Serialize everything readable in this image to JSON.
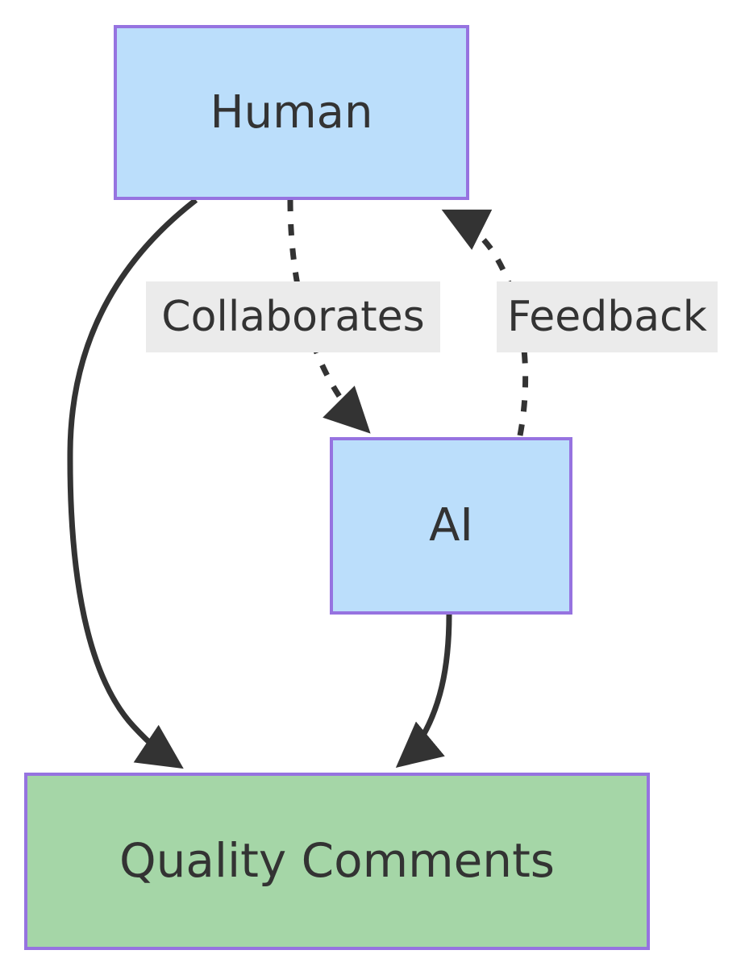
{
  "diagram": {
    "type": "flowchart",
    "direction": "top-down",
    "background_color": "#ffffff",
    "nodes": [
      {
        "id": "human",
        "label": "Human",
        "shape": "rectangle",
        "fill_color": "#bbdefb",
        "border_color": "#9673e0",
        "text_color": "#333333"
      },
      {
        "id": "ai",
        "label": "AI",
        "shape": "rectangle",
        "fill_color": "#bbdefb",
        "border_color": "#9673e0",
        "text_color": "#333333"
      },
      {
        "id": "quality_comments",
        "label": "Quality Comments",
        "shape": "rectangle",
        "fill_color": "#a5d6a7",
        "border_color": "#9673e0",
        "text_color": "#333333"
      }
    ],
    "edges": [
      {
        "id": "human-to-quality",
        "from": "human",
        "to": "quality_comments",
        "label": "",
        "style": "solid",
        "arrow": "triangle",
        "color": "#333333"
      },
      {
        "id": "human-to-ai",
        "from": "human",
        "to": "ai",
        "label": "Collaborates",
        "style": "dashed",
        "arrow": "triangle",
        "color": "#333333"
      },
      {
        "id": "ai-to-human",
        "from": "ai",
        "to": "human",
        "label": "Feedback",
        "style": "dashed",
        "arrow": "triangle",
        "color": "#333333"
      },
      {
        "id": "ai-to-quality",
        "from": "ai",
        "to": "quality_comments",
        "label": "",
        "style": "solid",
        "arrow": "triangle",
        "color": "#333333"
      }
    ],
    "edge_label_background": "#ebebeb"
  }
}
